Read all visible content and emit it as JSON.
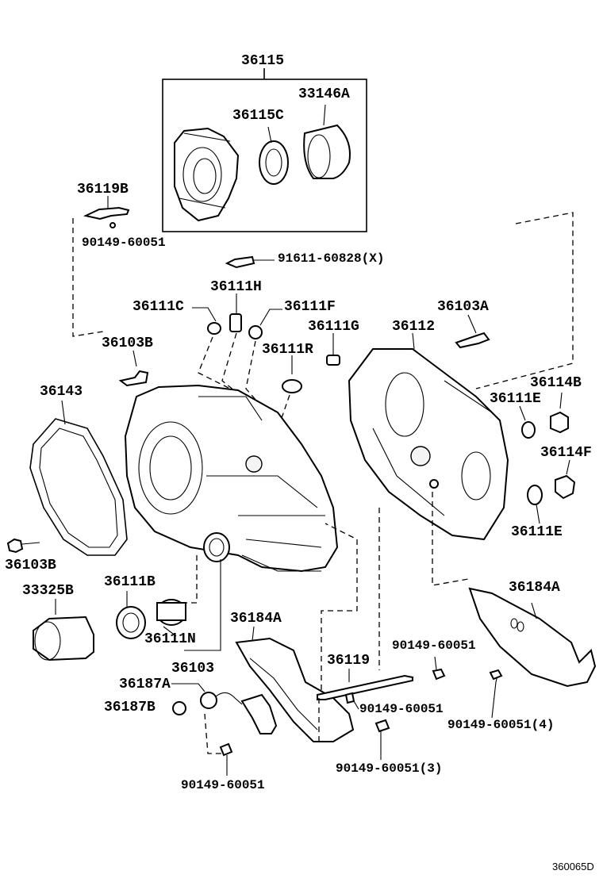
{
  "labels": {
    "p36115": "36115",
    "p33146A": "33146A",
    "p36115C": "36115C",
    "p36119B": "36119B",
    "p90149_60051_a": "90149-60051",
    "p91611_60828X": "91611-60828(X)",
    "p36111H": "36111H",
    "p36111C": "36111C",
    "p36111F": "36111F",
    "p36103A": "36103A",
    "p36111G": "36111G",
    "p36112": "36112",
    "p36103B_top": "36103B",
    "p36111R": "36111R",
    "p36114B": "36114B",
    "p36111E_top": "36111E",
    "p36143": "36143",
    "p36114F": "36114F",
    "p36111E_bot": "36111E",
    "p36103B_left": "36103B",
    "p36184A_right": "36184A",
    "p33325B": "33325B",
    "p36111B": "36111B",
    "p36184A_mid": "36184A",
    "p36111N": "36111N",
    "p90149_60051_b": "90149-60051",
    "p36103": "36103",
    "p36119": "36119",
    "p36187A": "36187A",
    "p36187B": "36187B",
    "p90149_60051_c": "90149-60051",
    "p90149_60051_4": "90149-60051(4)",
    "p90149_60051_3": "90149-60051(3)",
    "p90149_60051_d": "90149-60051"
  },
  "diagram_code": "360065D"
}
